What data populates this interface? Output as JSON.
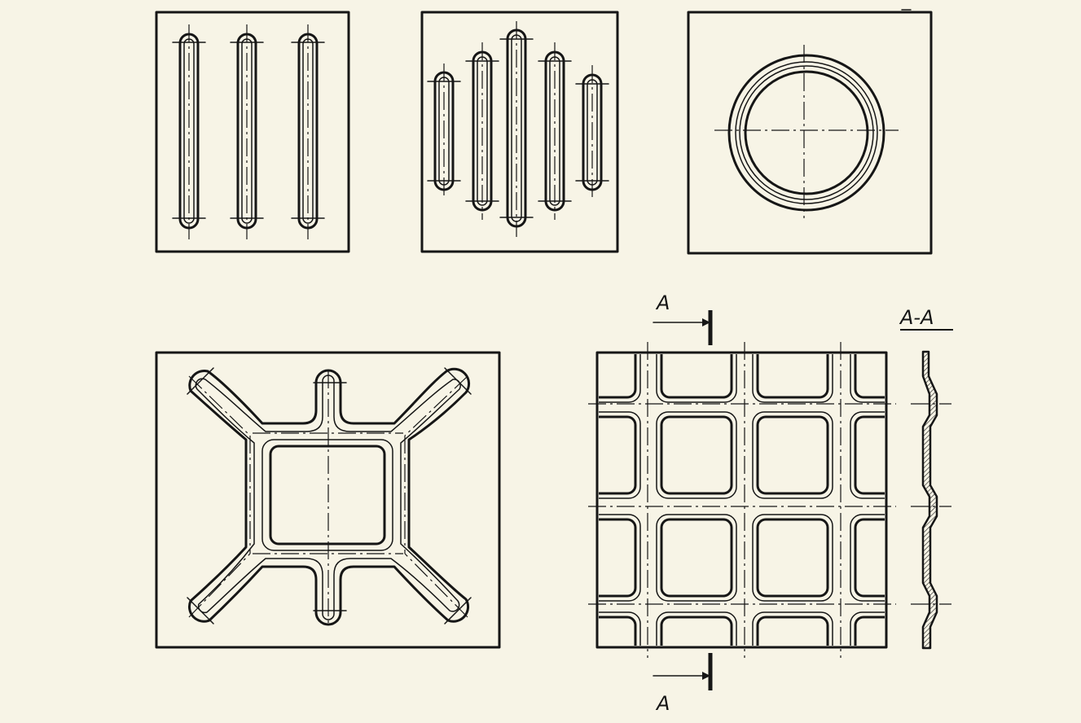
{
  "figure": {
    "section_marker_top": "A",
    "section_marker_bottom": "A",
    "section_view_title": "A-A"
  },
  "colors": {
    "paper": "#f7f4e6",
    "ink": "#161616"
  }
}
